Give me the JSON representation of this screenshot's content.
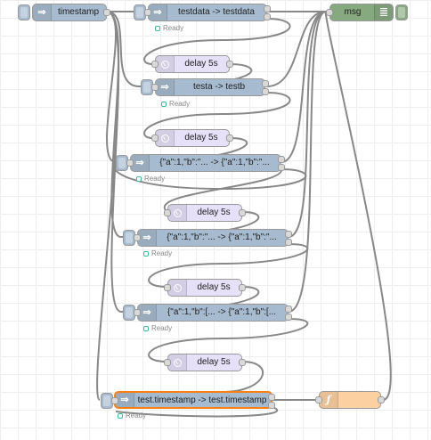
{
  "flow": {
    "status_ready": "Ready",
    "nodes": {
      "timestamp": {
        "label": "timestamp",
        "icon": "arrow-icon"
      },
      "msg": {
        "label": "msg",
        "icon": "debug-list-icon"
      },
      "change1": {
        "label": "testdata -> testdata"
      },
      "change2": {
        "label": "testa -> testb"
      },
      "change3": {
        "label": "{\"a\":1,\"b\":\"... -> {\"a\":1,\"b\":\"..."
      },
      "change4": {
        "label": "{\"a\":1,\"b\":\"... -> {\"a\":1,\"b\":\"..."
      },
      "change5": {
        "label": "{\"a\":1,\"b\":[... -> {\"a\":1,\"b\":[..."
      },
      "change6": {
        "label": "test.timestamp -> test.timestamp"
      },
      "delay": {
        "label": "delay 5s"
      },
      "function": {
        "label": "",
        "icon": "function-icon"
      }
    }
  },
  "colors": {
    "inject": "#a6bbcf",
    "delay": "#e6e0f8",
    "debug": "#87a980",
    "function": "#fdd0a2",
    "wire": "#888888",
    "selected": "#ff7f0e",
    "status_ready": "#3cbb9c"
  }
}
